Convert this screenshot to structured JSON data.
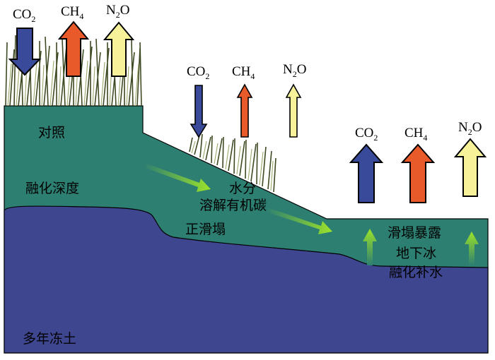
{
  "labels": {
    "control": "对照",
    "thaw_depth": "融化深度",
    "water": "水分",
    "doc": "溶解有机碳",
    "slump": "正滑塌",
    "exposure": "滑塌暴露",
    "ground_ice": "地下冰",
    "melt_recharge": "融化补水",
    "permafrost": "多年冻土"
  },
  "gases": {
    "co2_main": "CO",
    "co2_sub": "2",
    "ch4_main": "CH",
    "ch4_sub": "4",
    "n2o_main": "N",
    "n2o_sub": "2",
    "n2o_tail": "O"
  },
  "colors": {
    "permafrost": "#3f4690",
    "active_layer": "#2d7f72",
    "co2_arrow": "#3a4a9a",
    "ch4_arrow": "#e85a2a",
    "n2o_arrow": "#f7f29a",
    "flow_arrow": "#8fd12a"
  }
}
